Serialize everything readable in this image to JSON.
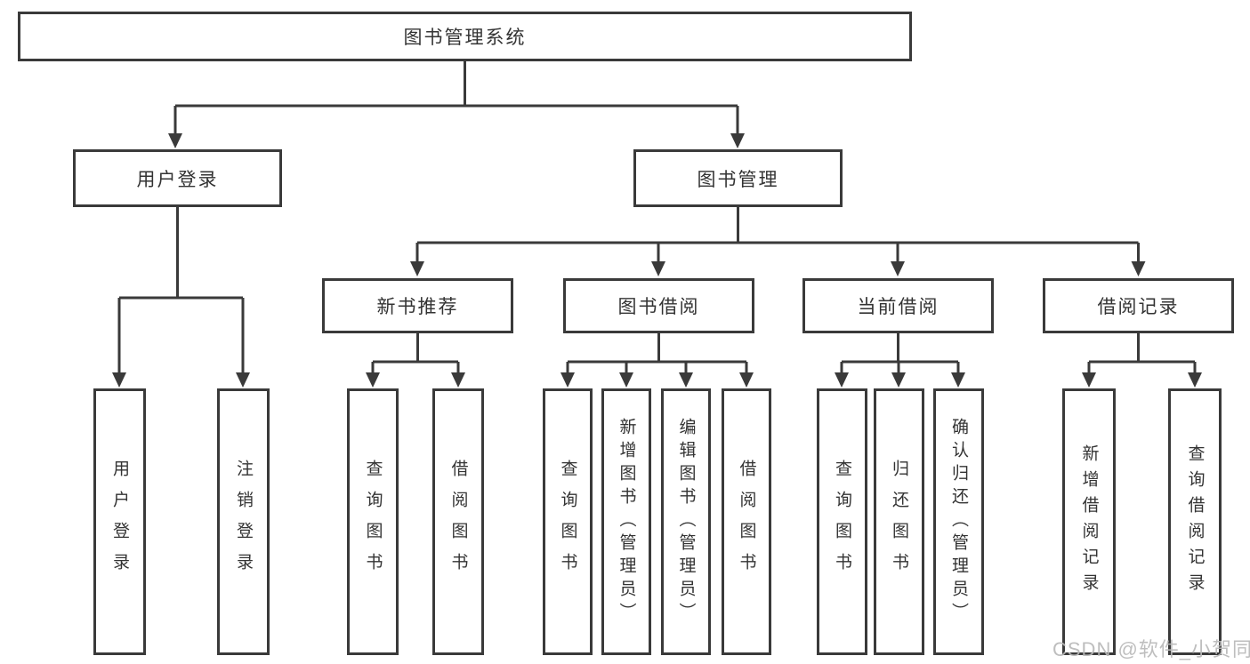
{
  "diagram": {
    "root": {
      "label": "图书管理系统"
    },
    "level2": [
      {
        "label": "用户登录"
      },
      {
        "label": "图书管理"
      }
    ],
    "level3": [
      {
        "label": "新书推荐"
      },
      {
        "label": "图书借阅"
      },
      {
        "label": "当前借阅"
      },
      {
        "label": "借阅记录"
      }
    ],
    "leaves": {
      "user_login": [
        "用户登录",
        "注销登录"
      ],
      "new_books": [
        "查询图书",
        "借阅图书"
      ],
      "book_borrow": [
        "查询图书",
        "新增图书（管理员）",
        "编辑图书（管理员）",
        "借阅图书"
      ],
      "current_borrow": [
        "查询图书",
        "归还图书",
        "确认归还（管理员）"
      ],
      "borrow_records": [
        "新增借阅记录",
        "查询借阅记录"
      ]
    }
  },
  "watermark": "CSDN @软件_小贺同学",
  "colors": {
    "line": "#3a3a3a",
    "text": "#333333",
    "watermark": "#b9b9b9",
    "background": "#ffffff"
  }
}
